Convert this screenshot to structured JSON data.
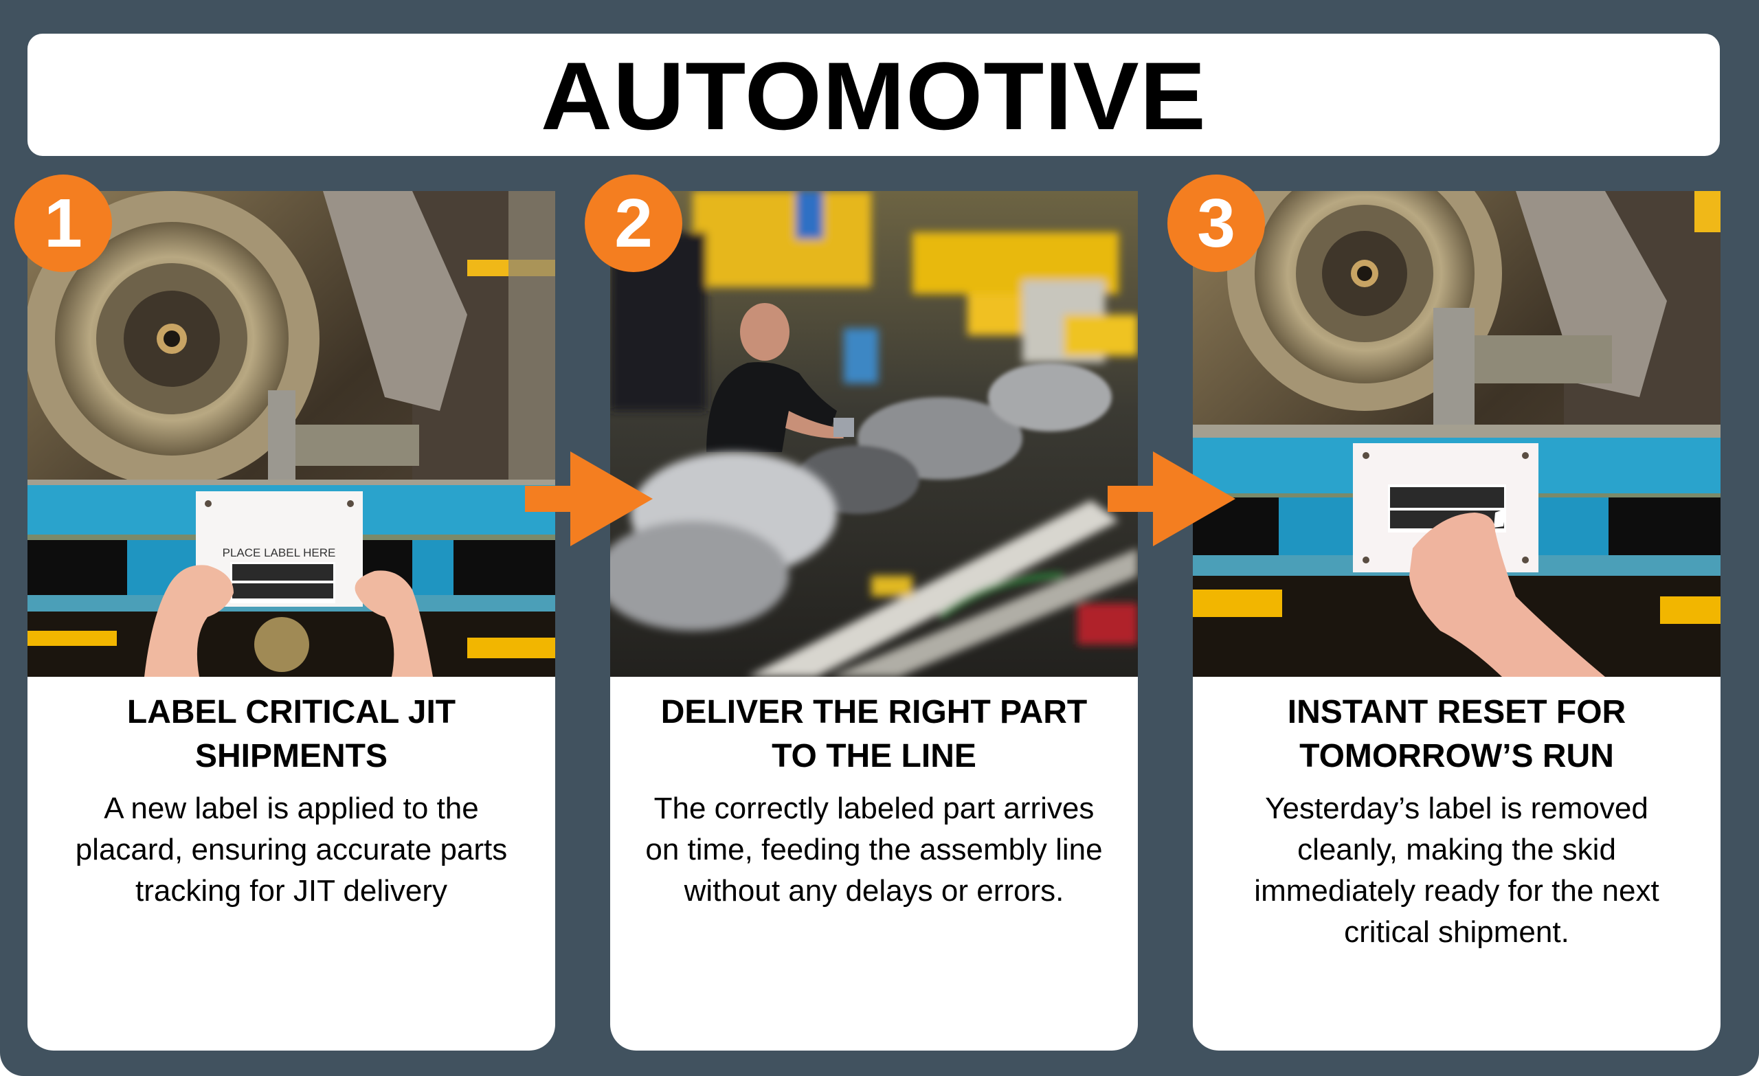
{
  "header": {
    "title": "AUTOMOTIVE"
  },
  "colors": {
    "background": "#41525f",
    "accent_orange": "#f47e20",
    "card": "#ffffff",
    "text": "#000000",
    "pallet_blue": "#2aa3cc"
  },
  "steps": [
    {
      "number": "1",
      "heading_line1": "LABEL CRITICAL JIT",
      "heading_line2": "SHIPMENTS",
      "description": "A new label is applied to the placard, ensuring accurate parts tracking for JIT delivery",
      "photo": {
        "subject": "hands applying barcode label to placard on blue pallet under clutch assembly",
        "placard_text": "PLACE LABEL HERE"
      }
    },
    {
      "number": "2",
      "heading_line1": "DELIVER THE RIGHT PART",
      "heading_line2": "TO THE LINE",
      "description": "The correctly labeled part arrives on time, feeding the assembly line without any delays or errors.",
      "photo": {
        "subject": "worker at automotive engine assembly line"
      }
    },
    {
      "number": "3",
      "heading_line1": "INSTANT RESET FOR",
      "heading_line2": "TOMORROW’S RUN",
      "description": "Yesterday’s label is removed cleanly, making the skid immediately ready for the next critical shipment.",
      "photo": {
        "subject": "hand peeling barcode label off placard on blue pallet"
      }
    }
  ],
  "connectors": [
    {
      "icon": "arrow-right-icon",
      "from": "1",
      "to": "2"
    },
    {
      "icon": "arrow-right-icon",
      "from": "2",
      "to": "3"
    }
  ]
}
